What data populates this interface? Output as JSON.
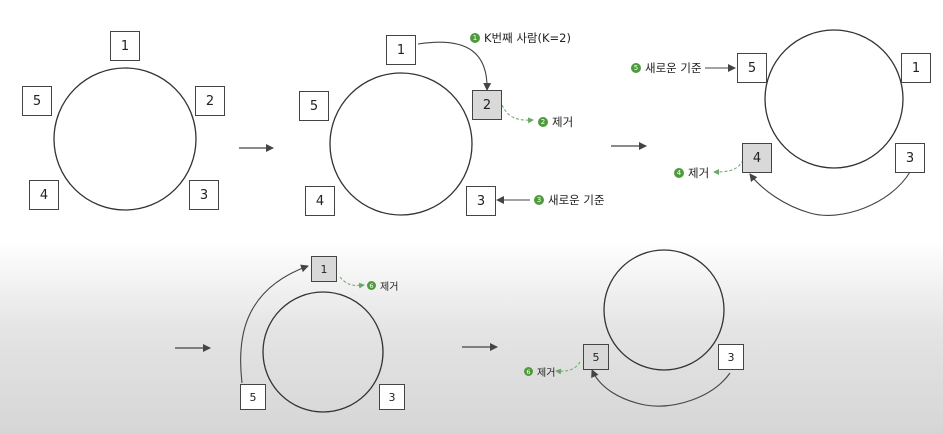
{
  "nodes": {
    "n1": "1",
    "n2": "2",
    "n3": "3",
    "n4": "4",
    "n5": "5"
  },
  "labels": {
    "kth_person": "K번째 사람(K=2)",
    "remove": "제거",
    "new_base": "새로운 기준"
  },
  "steps": {
    "s1": "1",
    "s2": "2",
    "s3": "3",
    "s4": "4",
    "s5": "5",
    "s6": "6"
  },
  "colors": {
    "step_badge": "#4f9a3c",
    "highlight_box": "#d9d9d9",
    "dashed_arrow": "#6aa86a",
    "line": "#444444"
  }
}
